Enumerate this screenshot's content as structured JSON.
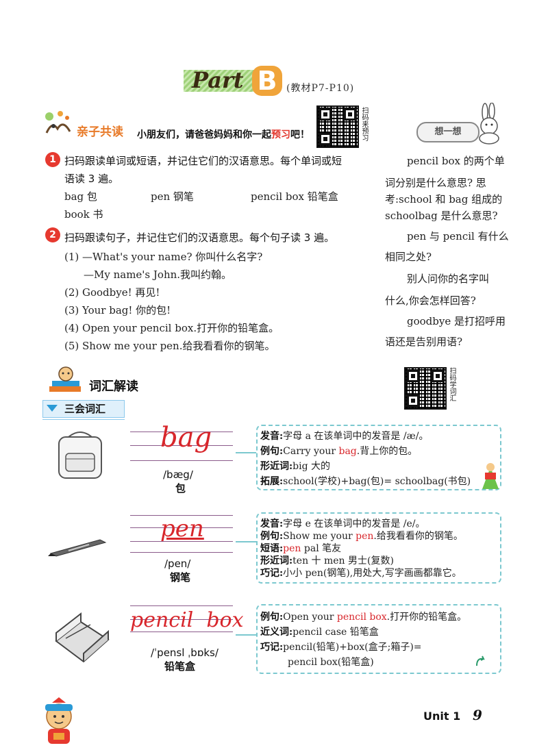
{
  "header": {
    "part_text": "Part",
    "part_letter": "B",
    "textbook_ref": "(教材P7-P10)"
  },
  "family_reading": {
    "title": "亲子共读",
    "tip_prefix": "小朋友们，请爸爸妈妈和你一起",
    "tip_highlight": "预习",
    "tip_suffix": "吧！",
    "qr_label": "扫码来预习"
  },
  "task1": {
    "number": "1",
    "instruction_line1": "扫码跟读单词或短语，并记住它们的汉语意思。每个单词或短",
    "instruction_line2": "语读 3 遍。",
    "words": [
      "bag 包",
      "pen 钢笔",
      "pencil box 铅笔盒",
      "book 书"
    ]
  },
  "task2": {
    "number": "2",
    "instruction": "扫码跟读句子，并记住它们的汉语意思。每个句子读 3 遍。",
    "sentences": [
      "(1) —What's your name? 你叫什么名字?",
      "—My name's John.我叫约翰。",
      "(2) Goodbye! 再见!",
      "(3) Your bag! 你的包!",
      "(4) Open your pencil box.打开你的铅笔盒。",
      "(5) Show me your pen.给我看看你的钢笔。"
    ]
  },
  "think": {
    "badge": "想一想",
    "lines": [
      "pencil box 的两个单",
      "词分别是什么意思? 思",
      "考:school 和 bag 组成的",
      "schoolbag 是什么意思?",
      "pen 与 pencil 有什么",
      "相同之处?",
      "别人问你的名字叫",
      "什么,你会怎样回答?",
      "goodbye 是打招呼用",
      "语还是告别用语?"
    ]
  },
  "vocab": {
    "title": "词汇解读",
    "qr_label": "扫码学词汇",
    "tab": "三会词汇",
    "entries": [
      {
        "word": "bag",
        "ipa": "/bæg/",
        "meaning": "包",
        "lines": [
          {
            "label": "发音:",
            "text": "字母 a 在该单词中的发音是 /æ/。"
          },
          {
            "label": "例句:",
            "pre": "Carry your ",
            "red": "bag",
            "post": ".背上你的包。"
          },
          {
            "label": "形近词:",
            "text": "big 大的"
          },
          {
            "label": "拓展:",
            "text": "school(学校)+bag(包)= schoolbag(书包)"
          }
        ]
      },
      {
        "word": "pen",
        "ipa": "/pen/",
        "meaning": "钢笔",
        "lines": [
          {
            "label": "发音:",
            "text": "字母 e 在该单词中的发音是 /e/。"
          },
          {
            "label": "例句:",
            "pre": "Show me your ",
            "red": "pen",
            "post": ".给我看看你的钢笔。"
          },
          {
            "label": "短语:",
            "pre": "",
            "red": "pen",
            "post": " pal 笔友"
          },
          {
            "label": "形近词:",
            "text": "ten 十      men 男士(复数)"
          },
          {
            "label": "巧记:",
            "text": "小小 pen(钢笔),用处大,写字画画都靠它。"
          }
        ]
      },
      {
        "word": "pencil  box",
        "ipa": "/ˈpensl ˌbɒks/",
        "meaning": "铅笔盒",
        "lines": [
          {
            "label": "例句:",
            "pre": "Open your ",
            "red": "pencil box",
            "post": ".打开你的铅笔盒。"
          },
          {
            "label": "近义词:",
            "text": "pencil case 铅笔盒"
          },
          {
            "label": "巧记:",
            "text": "pencil(铅笔)+box(盒子;箱子)="
          },
          {
            "label": "",
            "text": "pencil box(铅笔盒)"
          }
        ]
      }
    ]
  },
  "footer": {
    "unit": "Unit 1",
    "page": "9"
  },
  "colors": {
    "accent_red": "#d8262b",
    "orange": "#e87a28",
    "teal_dash": "#7bc8cf",
    "blue_tab": "#2a9ad6"
  }
}
